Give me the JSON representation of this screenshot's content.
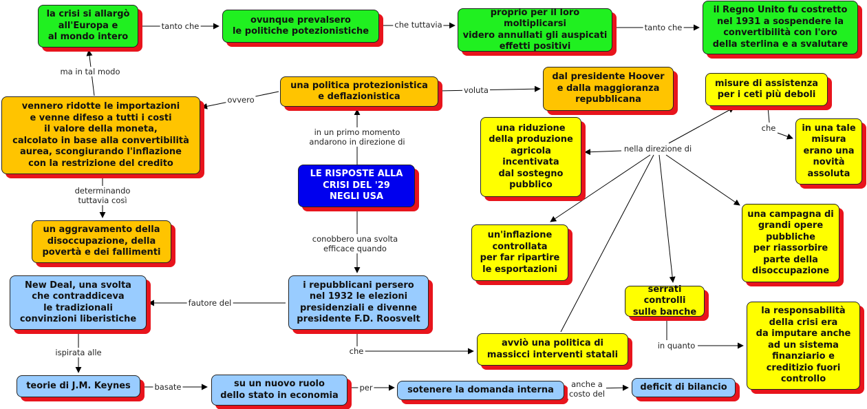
{
  "colors": {
    "green": "#20f020",
    "orange": "#ffc400",
    "yellow": "#ffff00",
    "blue": "#99ccff",
    "main": "#0000ee",
    "shadow": "#e8141c"
  },
  "nodes": {
    "main": "LE RISPOSTE ALLA\nCRISI DEL '29\nNEGLI USA",
    "crisi_allargo": "la crisi si allargò\nall'Europa e\nal mondo intero",
    "ovunque": "ovunque prevalsero\nle politiche potezionistiche",
    "proprio": "proprio per il loro moltiplicarsi\nvidero annullati gli auspicati\neffetti positivi",
    "regno_unito": "il Regno Unito fu costretto\nnel 1931 a sospendere la\nconvertibilità con l'oro\ndella sterlina e a svalutare",
    "vennero_ridotte": "vennero ridotte le importazioni\ne venne difeso a tutti i costi\nil valore della moneta,\ncalcolato in base alla convertibilità\naurea, scongiurando l'inflazione\ncon la restrizione del credito",
    "politica_protez": "una politica protezionistica\ne deflazionistica",
    "hoover": "dal presidente Hoover\ne dalla maggioranza\nrepubblicana",
    "aggravamento": "un aggravamento della\ndisoccupazione, della\npovertà e dei fallimenti",
    "misure_assistenza": "misure di assistenza\nper i ceti più deboli",
    "novita": "in una tale\nmisura\nerano una\nnovità\nassoluta",
    "riduzione_agricola": "una riduzione\ndella produzione\nagricola\nincentivata\ndal sostegno\npubblico",
    "inflazione": "un'inflazione\ncontrollata\nper far ripartire\nle esportazioni",
    "campagna": "una campagna di\ngrandi opere\npubbliche\nper riassorbire\nparte della\ndisoccupazione",
    "serrati": "serrati controlli\nsulle banche",
    "responsabilita": "la responsabilità\ndella crisi era\nda imputare anche\nad un  sistema\nfinanziario e\ncreditizio fuori\ncontrollo",
    "new_deal": "New Deal, una svolta\nche contraddiceva\nle tradizionali\nconvinzioni liberistiche",
    "repubblicani": "i repubblicani persero\nnel 1932 le elezioni\npresidenziali e divenne\npresidente F.D. Roosvelt",
    "avvio": "avviò una politica di\nmassicci interventi statali",
    "keynes": "teorie di J.M. Keynes",
    "nuovo_ruolo": "su un nuovo ruolo\ndello stato in economia",
    "domanda": "sotenere la domanda interna",
    "deficit": "deficit di bilancio"
  },
  "links": {
    "tanto_che_1": "tanto che",
    "che_tuttavia": "che tuttavia",
    "tanto_che_2": "tanto che",
    "ma_in_tal_modo": "ma in tal modo",
    "ovvero": "ovvero",
    "voluta": "voluta",
    "primo_momento": "in un primo momento\nandarono in direzione di",
    "determinando": "determinando\ntuttavia così",
    "conobbero": "conobbero una svolta\nefficace quando",
    "fautore": "fautore del",
    "che_avvio": "che",
    "nella_direzione": "nella direzione di",
    "che_novita": "che",
    "in_quanto": "in quanto",
    "ispirata": "ispirata alle",
    "basate": "basate",
    "per": "per",
    "anche_costo": "anche a\ncosto del"
  }
}
